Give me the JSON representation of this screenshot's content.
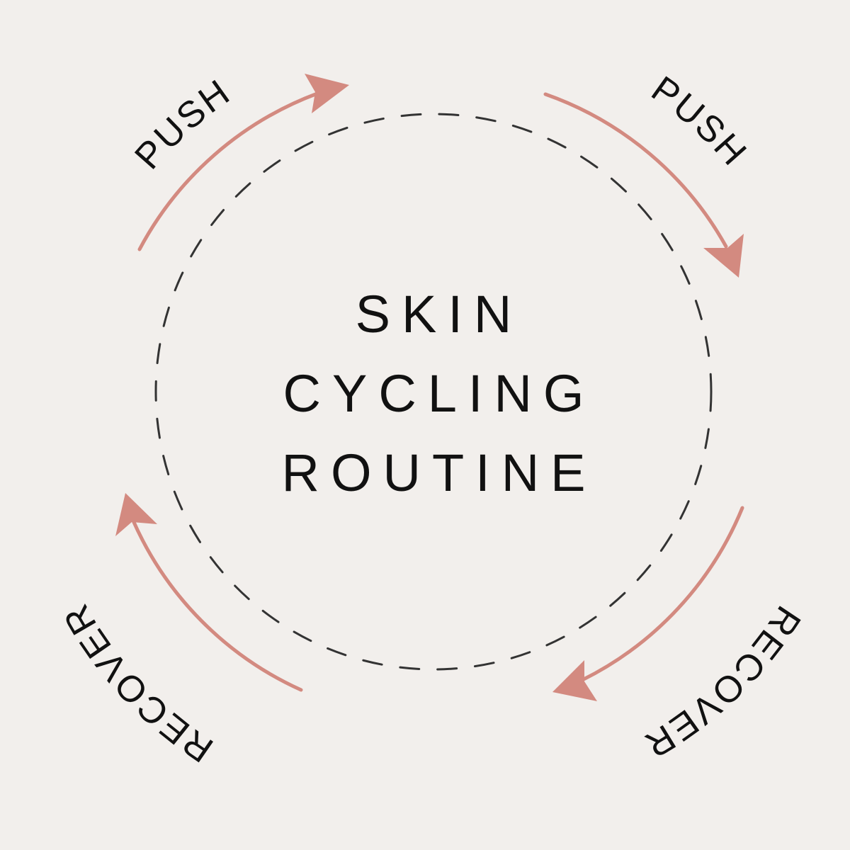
{
  "diagram": {
    "title_lines": [
      "SKIN",
      "CYCLING",
      "ROUTINE"
    ],
    "background_color": "#f2efec",
    "arrow_color": "#d38a80",
    "text_color": "#111111",
    "dashed_circle_color": "#333333",
    "steps": [
      {
        "position": "top-left",
        "label": "PUSH",
        "direction": "clockwise"
      },
      {
        "position": "top-right",
        "label": "PUSH",
        "direction": "clockwise"
      },
      {
        "position": "bottom-right",
        "label": "RECOVER",
        "direction": "clockwise"
      },
      {
        "position": "bottom-left",
        "label": "RECOVER",
        "direction": "clockwise"
      }
    ]
  }
}
